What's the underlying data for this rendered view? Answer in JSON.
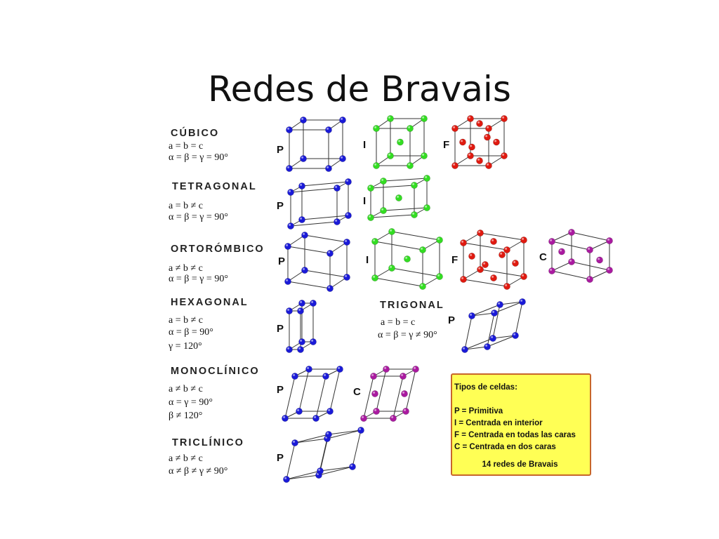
{
  "title": "Redes de Bravais",
  "systems": {
    "cubic": {
      "name": "CÚBICO",
      "params": [
        "a = b = c",
        "α = β = γ = 90°"
      ]
    },
    "tetragonal": {
      "name": "TETRAGONAL",
      "params": [
        "a = b ≠ c",
        "α = β = γ = 90°"
      ]
    },
    "orthorhombic": {
      "name": "ORTORÓMBICO",
      "params": [
        "a ≠ b ≠ c",
        "α = β = γ = 90°"
      ]
    },
    "hexagonal": {
      "name": "HEXAGONAL",
      "params": [
        "a = b ≠ c",
        "α = β = 90°",
        "γ = 120°"
      ]
    },
    "trigonal": {
      "name": "TRIGONAL",
      "params": [
        "a = b = c",
        "α = β = γ ≠ 90°"
      ]
    },
    "monoclinic": {
      "name": "MONOCLÍNICO",
      "params": [
        "a ≠ b ≠ c",
        "α = γ = 90°",
        "β ≠ 120°"
      ]
    },
    "triclinic": {
      "name": "TRICLÍNICO",
      "params": [
        "a ≠ b ≠ c",
        "α ≠ β ≠ γ ≠ 90°"
      ]
    }
  },
  "cell_types": {
    "P": "P",
    "I": "I",
    "F": "F",
    "C": "C"
  },
  "atom_colors": {
    "P": "#1a1ad8",
    "I": "#33dd22",
    "F": "#e01a10",
    "C": "#aa1aa0"
  },
  "legend": {
    "title": "Tipos de celdas:",
    "items": [
      "P = Primitiva",
      "I  = Centrada en interior",
      "F = Centrada en todas las caras",
      "C = Centrada en dos caras"
    ],
    "total": "14 redes de Bravais"
  }
}
